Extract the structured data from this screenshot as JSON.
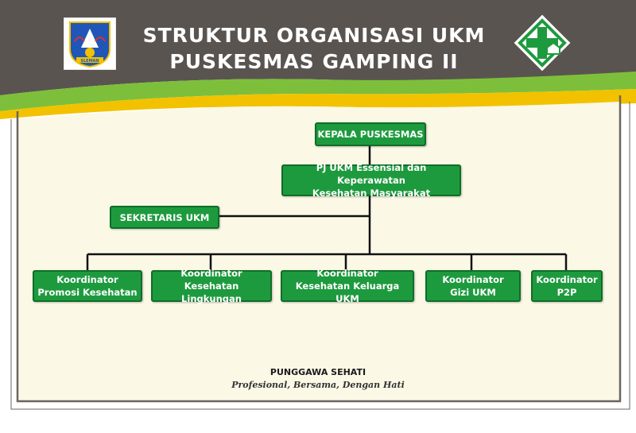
{
  "header": {
    "title_line1": "STRUKTUR ORGANISASI UKM",
    "title_line2": "PUSKESMAS GAMPING II",
    "left_logo_text": "SLEMAN"
  },
  "org": {
    "head": "KEPALA  PUSKESMAS",
    "pj": "PJ UKM Essensial dan Keperawatan\nKesehatan Masyarakat",
    "secretary": "SEKRETARIS UKM",
    "coordinators": [
      "Koordinator\nPromosi Kesehatan",
      "Koordinator\nKesehatan Lingkungan",
      "Koordinator\nKesehatan Keluarga UKM",
      "Koordinator\nGizi UKM",
      "Koordinator\nP2P"
    ]
  },
  "footer": {
    "title": "PUNGGAWA SEHATI",
    "tagline": "Profesional, Bersama, Dengan Hati"
  },
  "colors": {
    "header_band": "#5a5450",
    "accent_green": "#7dbf3a",
    "accent_yellow": "#f2c200",
    "panel_bg": "#fbf8e6",
    "box_green": "#1e9a3e",
    "frame_gray": "#6b6560"
  }
}
